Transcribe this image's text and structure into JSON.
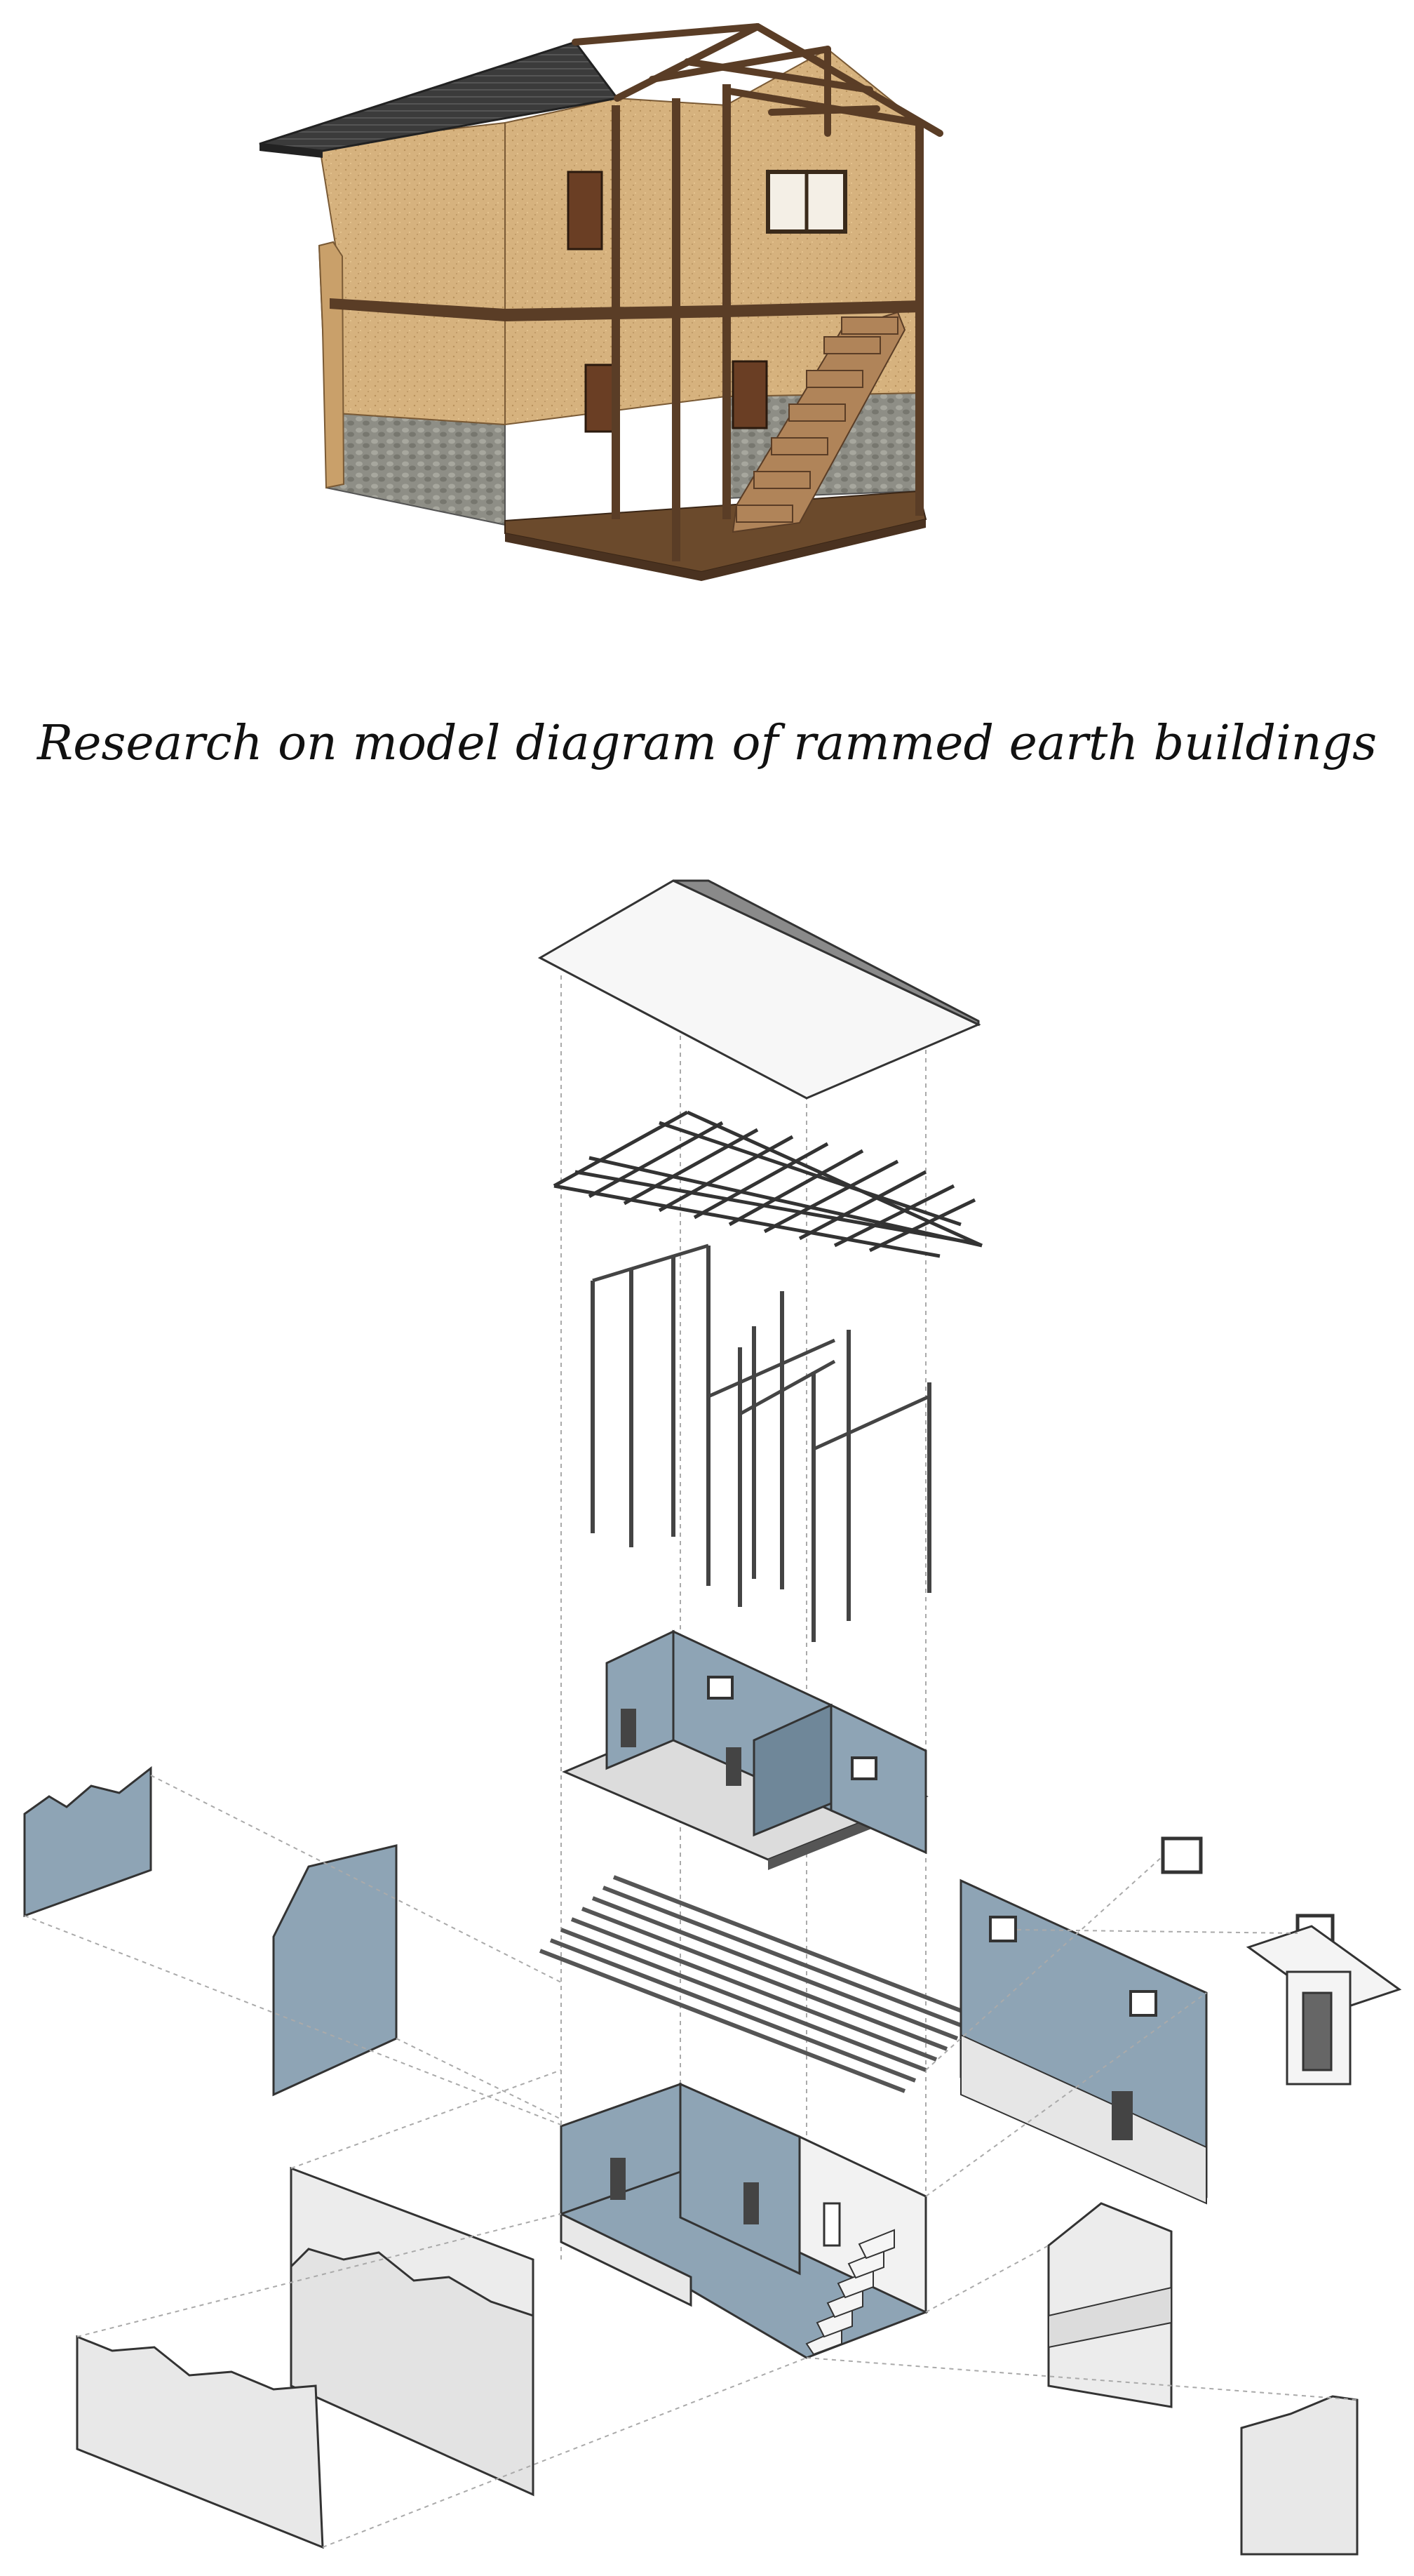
{
  "caption": "Research on model diagram of rammed earth buildings",
  "colors": {
    "earth_wall": "#d6b27e",
    "earth_wall_shade": "#b48a55",
    "stone_base": "#8e8e86",
    "roof_tiles": "#3b3b3b",
    "timber": "#5a3d26",
    "floor_wood": "#6b4a2c",
    "exploded_blue": "#8ea4b5",
    "exploded_blue_dark": "#6f8799",
    "exploded_gray": "#e6e6e6",
    "roof_gray": "#8a8a8a",
    "guide_line": "#999999"
  },
  "icons": {
    "render": "rammed-earth-house-render",
    "exploded": "exploded-axonometric-diagram"
  }
}
